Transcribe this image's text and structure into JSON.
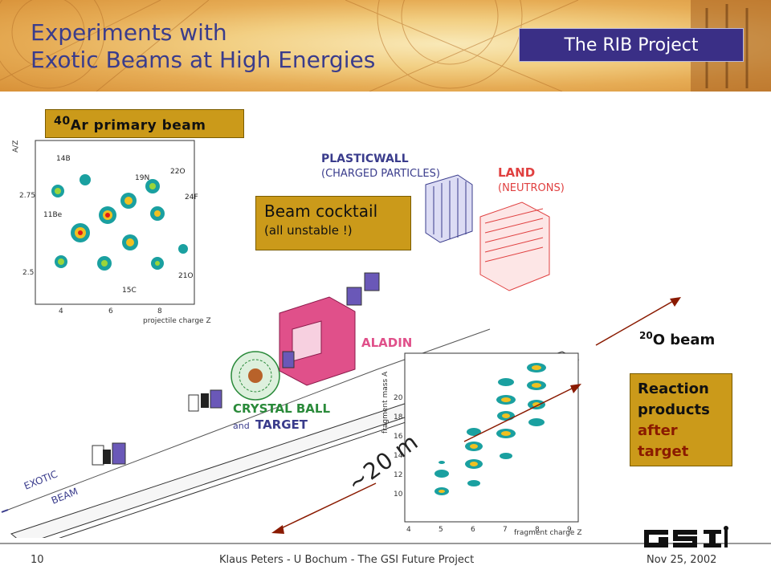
{
  "slide": {
    "title_line1": "Experiments with",
    "title_line2": "Exotic Beams at High Energies",
    "badge": "The RIB Project"
  },
  "labels": {
    "ar_mass": "40",
    "ar_text": "Ar primary beam",
    "cocktail_line1": "Beam cocktail",
    "cocktail_line2": "(all unstable !)",
    "o_mass": "20",
    "o_text": "O  beam",
    "reaction_1": "Reaction",
    "reaction_2": "products",
    "reaction_3": "after",
    "reaction_4": "target",
    "distance": "~20 m"
  },
  "detectors": {
    "plasticwall": "PLASTICWALL",
    "plasticwall_sub": "(CHARGED PARTICLES)",
    "land": "LAND",
    "land_sub": "(NEUTRONS)",
    "aladin": "ALADIN",
    "crystal_ball": "CRYSTAL BALL",
    "and": "and",
    "target": "TARGET",
    "exotic": "EXOTIC",
    "beam": "BEAM"
  },
  "plot_left": {
    "ylabel": "A/Z",
    "xlabel": "projectile charge Z",
    "yticks": [
      "2.75",
      "2.5"
    ],
    "xticks": [
      "4",
      "6",
      "8"
    ],
    "isotopes": [
      "14B",
      "19N",
      "22O",
      "24F",
      "11Be",
      "15C",
      "21O"
    ]
  },
  "plot_right": {
    "ylabel": "fragment mass A",
    "xlabel": "fragment charge Z",
    "yticks": [
      "20",
      "18",
      "16",
      "14",
      "12",
      "10"
    ],
    "xticks": [
      "4",
      "5",
      "6",
      "7",
      "8",
      "9"
    ]
  },
  "footer": {
    "page": "10",
    "center": "Klaus Peters - U Bochum - The GSI Future Project",
    "date": "Nov 25, 2002",
    "logo": "GSI"
  },
  "colors": {
    "title": "#3a3c8c",
    "badge_bg": "#3a2f86",
    "gold_box": "#cb9a1a",
    "accent_red": "#8a1a00",
    "aladin": "#e0508a",
    "land": "#e04040"
  }
}
